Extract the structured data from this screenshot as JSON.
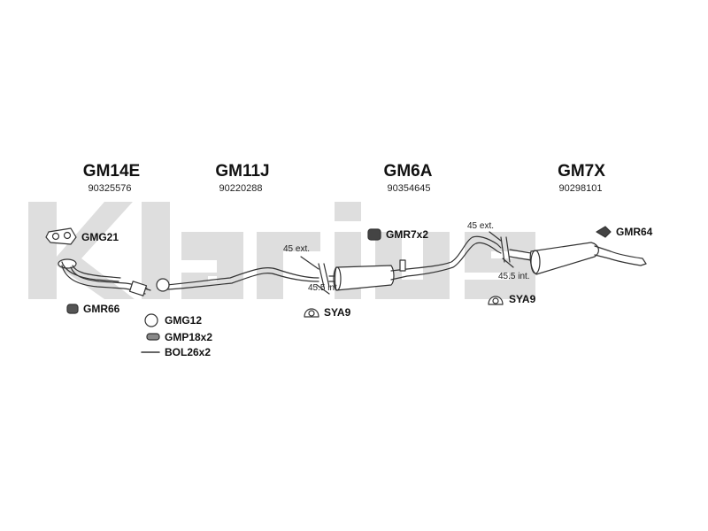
{
  "watermark": {
    "text": "klarius",
    "color": "#dcdcdc"
  },
  "parts": [
    {
      "code": "GM14E",
      "number": "90325576"
    },
    {
      "code": "GM11J",
      "number": "90220288"
    },
    {
      "code": "GM6A",
      "number": "90354645"
    },
    {
      "code": "GM7X",
      "number": "90298101"
    }
  ],
  "accessories": {
    "gmg21": "GMG21",
    "gmr66": "GMR66",
    "gmg12": "GMG12",
    "gmp18": "GMP18x2",
    "bol26": "BOL26x2",
    "gmr7": "GMR7x2",
    "sya9_left": "SYA9",
    "sya9_right": "SYA9",
    "gmr64": "GMR64"
  },
  "dimensions": {
    "left_ext": "45 ext.",
    "left_int": "45.5 int.",
    "right_ext": "45 ext.",
    "right_int": "45.5 int."
  }
}
